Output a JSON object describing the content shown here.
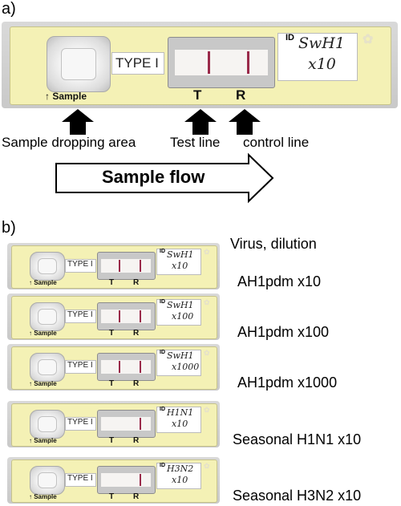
{
  "panel_a": {
    "label": "a)",
    "cassette": {
      "type_label": "TYPE I",
      "sample_label": "↑ Sample",
      "t_label": "T",
      "r_label": "R",
      "id_prefix": "ID",
      "id_text": "SwH1",
      "dilution": "x10"
    },
    "captions": {
      "sample_area": "Sample dropping area",
      "test_line": "Test line",
      "control_line": "control line"
    },
    "flow_label": "Sample flow"
  },
  "panel_b": {
    "label": "b)",
    "header": "Virus, dilution",
    "rows": [
      {
        "virus": "AH1pdm x10",
        "id_text": "SwH1",
        "dilution": "x10",
        "test_line": true
      },
      {
        "virus": "AH1pdm x100",
        "id_text": "SwH1",
        "dilution": "x100",
        "test_line": true
      },
      {
        "virus": "AH1pdm x1000",
        "id_text": "SwH1",
        "dilution": "x1000",
        "test_line": true
      },
      {
        "virus": "Seasonal H1N1 x10",
        "id_text": "H1N1",
        "dilution": "x10",
        "test_line": false
      },
      {
        "virus": "Seasonal H3N2 x10",
        "id_text": "H3N2",
        "dilution": "x10",
        "test_line": false
      }
    ]
  },
  "colors": {
    "cassette_yellow": "#f4f1b5",
    "line_color": "#9a2a4a"
  }
}
